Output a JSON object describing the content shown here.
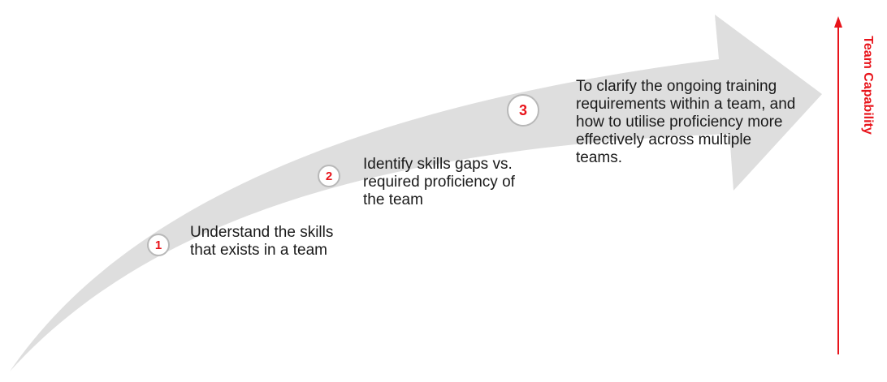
{
  "colors": {
    "arrow": "#dedede",
    "accent": "#e8141b",
    "badge_border": "#b8b8b8",
    "text": "#1a1a1a"
  },
  "steps": [
    {
      "number": "1",
      "lines": [
        "Understand the skills",
        "that exists in a team"
      ]
    },
    {
      "number": "2",
      "lines": [
        "Identify skills gaps vs.",
        "required proficiency of",
        "the team"
      ]
    },
    {
      "number": "3",
      "lines": [
        "To clarify the ongoing training",
        "requirements within a team, and",
        "how to utilise proficiency more",
        "effectively across multiple",
        "teams."
      ]
    }
  ],
  "axis": {
    "label": "Team Capability"
  }
}
